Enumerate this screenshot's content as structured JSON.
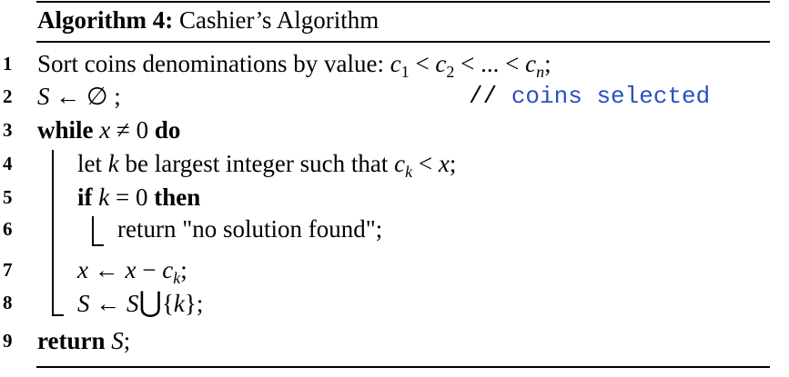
{
  "algorithm": {
    "title_label": "Algorithm 4:",
    "title_name": "Cashier’s Algorithm"
  },
  "lines": [
    {
      "num": "1",
      "text": "Sort coins denominations by value:"
    },
    {
      "num": "2",
      "comment_slashes": "//",
      "comment_text": "coins selected"
    },
    {
      "num": "3",
      "kw_while": "while",
      "kw_do": "do"
    },
    {
      "num": "4",
      "text_a": "let",
      "text_b": "be largest integer such that"
    },
    {
      "num": "5",
      "kw_if": "if",
      "kw_then": "then"
    },
    {
      "num": "6",
      "text": "return \"no solution found\";"
    },
    {
      "num": "7"
    },
    {
      "num": "8"
    },
    {
      "num": "9",
      "kw_return": "return"
    }
  ]
}
